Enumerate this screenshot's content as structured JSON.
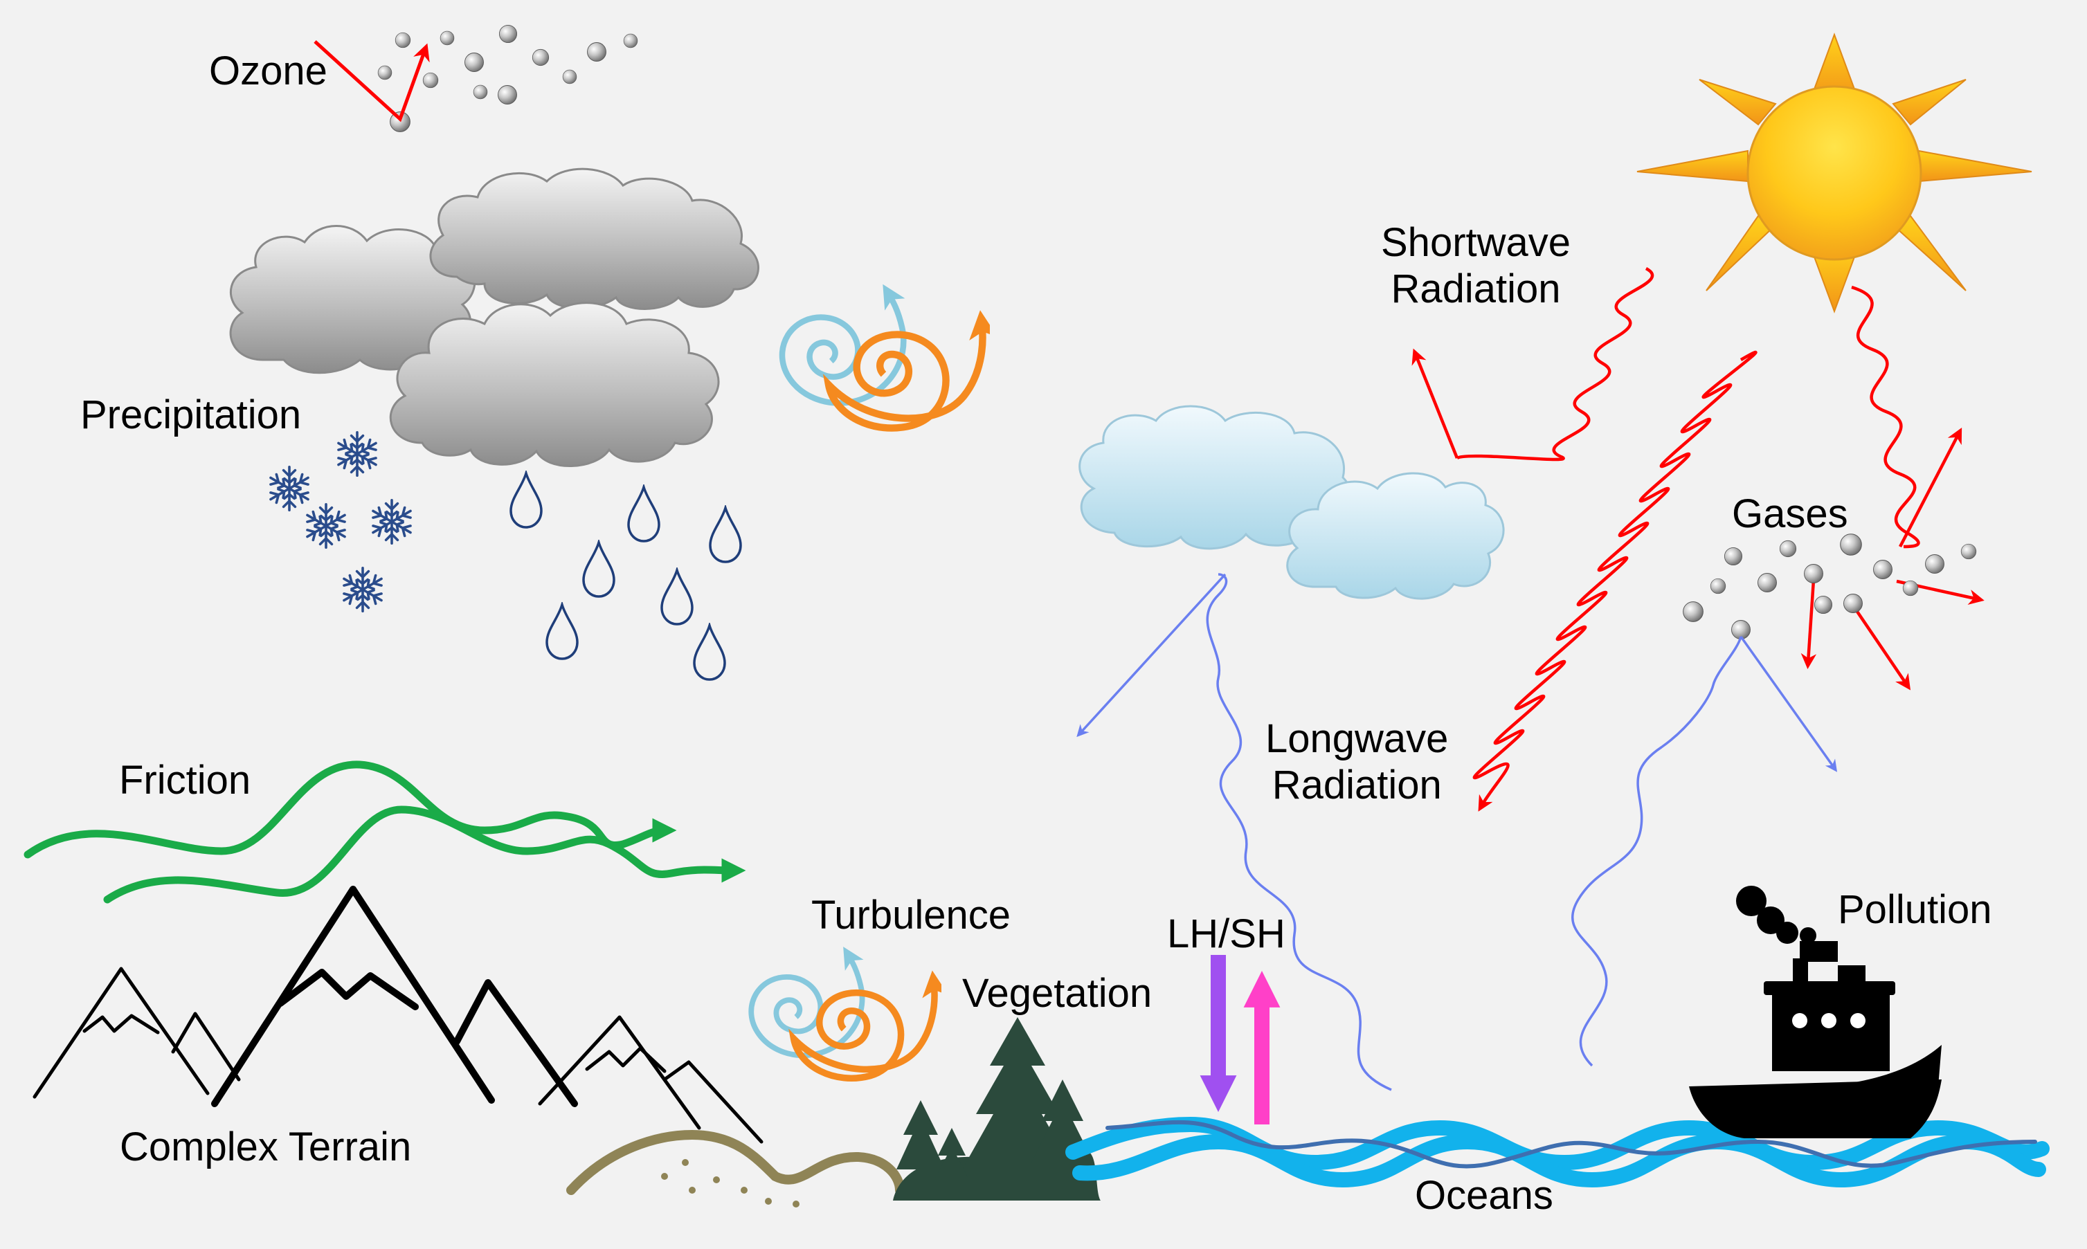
{
  "labels": {
    "ozone": "Ozone",
    "precipitation": "Precipitation",
    "friction": "Friction",
    "complex_terrain": "Complex Terrain",
    "turbulence": "Turbulence",
    "vegetation": "Vegetation",
    "lh_sh": "LH/SH",
    "oceans": "Oceans",
    "shortwave_line1": "Shortwave",
    "shortwave_line2": "Radiation",
    "longwave_line1": "Longwave",
    "longwave_line2": "Radiation",
    "gases": "Gases",
    "pollution": "Pollution"
  },
  "colors": {
    "background": "#f2f2f2",
    "shortwave": "#ff0000",
    "longwave": "#6a7ff0",
    "friction": "#1aab48",
    "ocean": "#12b2ec",
    "ocean_dark": "#3f6fb0",
    "turbulence_light": "#86c8dd",
    "turbulence_orange": "#f58a1f",
    "sun_yellow": "#ffd21a",
    "sun_orange": "#f5a21a",
    "latent_heat_arrow": "#a050f0",
    "sensible_heat_arrow": "#ff40c8",
    "tree": "#2b4a3c",
    "hill": "#8f8456",
    "rain": "#1f3e7a",
    "snow": "#2a4c8c"
  },
  "icons": [
    "sun-icon",
    "storm-cloud-icon",
    "white-cloud-icon",
    "snowflake-icon",
    "raindrop-icon",
    "mountain-icon",
    "tree-icon",
    "ship-icon",
    "gas-particle-icon",
    "ozone-particle-icon",
    "turbulence-spiral-icon"
  ]
}
